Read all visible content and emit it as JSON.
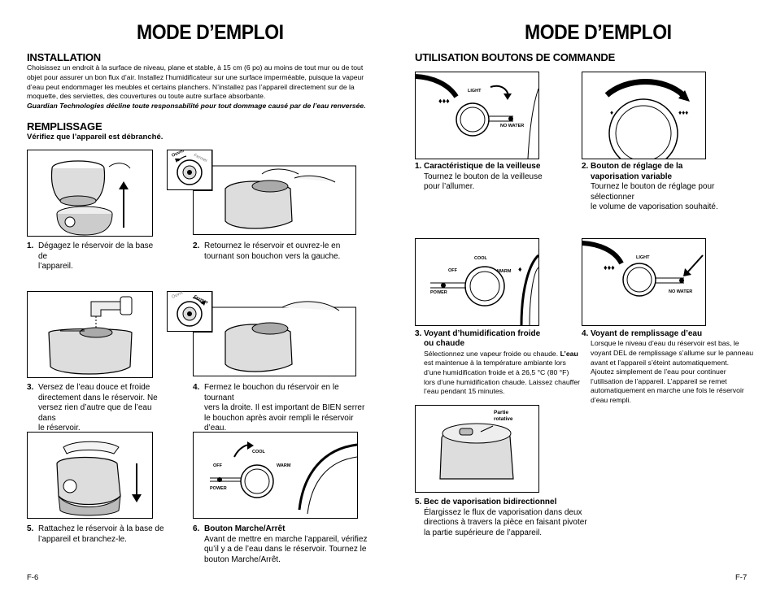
{
  "left": {
    "title": "MODE D’EMPLOI",
    "installation": {
      "heading": "INSTALLATION",
      "line1": "Choisissez un endroit à la surface de niveau, plane et stable, à 15 cm (6 po) au moins de tout mur ou de tout",
      "line2": "objet pour assurer un bon flux d’air. Installez l’humidificateur sur une surface imperméable, puisque la vapeur",
      "line3": "d’eau peut endommager les meubles et certains planchers. N’installez pas l’appareil directement sur de la",
      "line4": "moquette, des serviettes, des couvertures ou toute autre surface absorbante.",
      "disclaimer": "Guardian Technologies décline toute responsabilité pour tout dommage causé par de l’eau renversée."
    },
    "remplissage": {
      "heading": "REMPLISSAGE",
      "sub": "Vérifiez que l’appareil est débranché."
    },
    "steps": [
      {
        "num": "1.",
        "l1": "Dégagez le réservoir de la base de",
        "l2": "l’appareil."
      },
      {
        "num": "2.",
        "l1": "Retournez le réservoir et ouvrez-le en",
        "l2": "tournant son bouchon vers la gauche."
      },
      {
        "num": "3.",
        "l1": "Versez de l’eau douce et froide",
        "l2": "directement dans le réservoir. Ne",
        "l3": "versez rien d’autre que de l’eau dans",
        "l4": "le réservoir."
      },
      {
        "num": "4.",
        "l1": "Fermez le bouchon du réservoir en le tournant",
        "l2": "vers la droite. Il est important de BIEN serrer",
        "l3": "le bouchon après avoir rempli le réservoir",
        "l4": "d’eau."
      },
      {
        "num": "5.",
        "l1": "Rattachez le réservoir à la base de",
        "l2": "l’appareil et branchez-le."
      },
      {
        "num": "6.",
        "heading": "Bouton Marche/Arrêt",
        "l1": "Avant de mettre en marche l’appareil, vérifiez",
        "l2": "qu’il y a de l’eau dans le réservoir. Tournez le",
        "l3": "bouton Marche/Arrêt."
      }
    ],
    "cap_labels": {
      "ouvrir": "Ouvrir",
      "fermer": "Fermer"
    },
    "panel_labels": {
      "off": "OFF",
      "cool": "COOL",
      "warm": "WARM",
      "power": "POWER"
    },
    "page": "F-6"
  },
  "right": {
    "title": "MODE D’EMPLOI",
    "heading": "UTILISATION BOUTONS DE COMMANDE",
    "steps": [
      {
        "num": "1.",
        "heading": "Caractéristique de la veilleuse",
        "l1": "Tournez le bouton de la veilleuse",
        "l2": "pour l’allumer."
      },
      {
        "num": "2.",
        "heading": "Bouton de réglage de la",
        "heading2": "vaporisation variable",
        "l1": "Tournez le bouton de réglage pour sélectionner",
        "l2": "le volume de vaporisation souhaité."
      },
      {
        "num": "3.",
        "heading": "Voyant d’humidification froide",
        "heading2": "ou chaude",
        "l1": "Sélectionnez une vapeur froide ou chaude.",
        "l1b": "L’eau",
        "l2": "est maintenue à la température ambiante lors",
        "l3": "d’une humidification froide et à 26,5 °C (80 °F)",
        "l4": "lors d’une humidification chaude. Laissez chauffer",
        "l5": "l’eau pendant 15 minutes."
      },
      {
        "num": "4.",
        "heading": "Voyant de remplissage d’eau",
        "l1": "Lorsque le niveau d’eau du réservoir est bas, le",
        "l2": "voyant DEL de remplissage s’allume sur le panneau",
        "l3": "avant et l’appareil s’éteint automatiquement.",
        "l4": "Ajoutez simplement de l’eau pour continuer",
        "l5": "l’utilisation de l’appareil. L’appareil se remet",
        "l6": "automatiquement en marche une fois le réservoir",
        "l7": "d’eau rempli."
      },
      {
        "num": "5.",
        "heading": "Bec de vaporisation bidirectionnel",
        "l1": "Élargissez le flux de vaporisation dans deux",
        "l2": "directions à travers la pièce en faisant pivoter",
        "l3": "la partie supérieure de l’appareil."
      }
    ],
    "panel_labels": {
      "light": "LIGHT",
      "no_water": "NO WATER",
      "cool": "COOL",
      "warm": "WARM",
      "off": "OFF",
      "power": "POWER",
      "partie": "Partie",
      "rotative": "rotative"
    },
    "page": "F-7"
  }
}
